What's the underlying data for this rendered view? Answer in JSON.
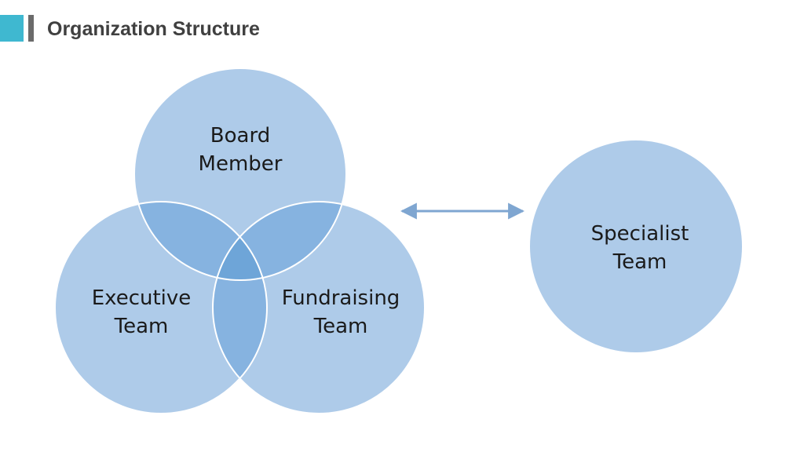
{
  "header": {
    "title": "Organization Structure",
    "accent_color": "#3fb8d0",
    "bar_color": "#6b6b6b"
  },
  "diagram": {
    "circle_color": "#aecbe9",
    "overlap_color": "#86b3e0",
    "center_color": "#6ea5d8",
    "arrow_color": "#7fa6d1",
    "circles": [
      {
        "id": "board",
        "lines": [
          "Board",
          "Member"
        ]
      },
      {
        "id": "executive",
        "lines": [
          "Executive",
          "Team"
        ]
      },
      {
        "id": "fundraising",
        "lines": [
          "Fundraising",
          "Team"
        ]
      },
      {
        "id": "specialist",
        "lines": [
          "Specialist",
          "Team"
        ]
      }
    ],
    "connector": "double-arrow"
  }
}
